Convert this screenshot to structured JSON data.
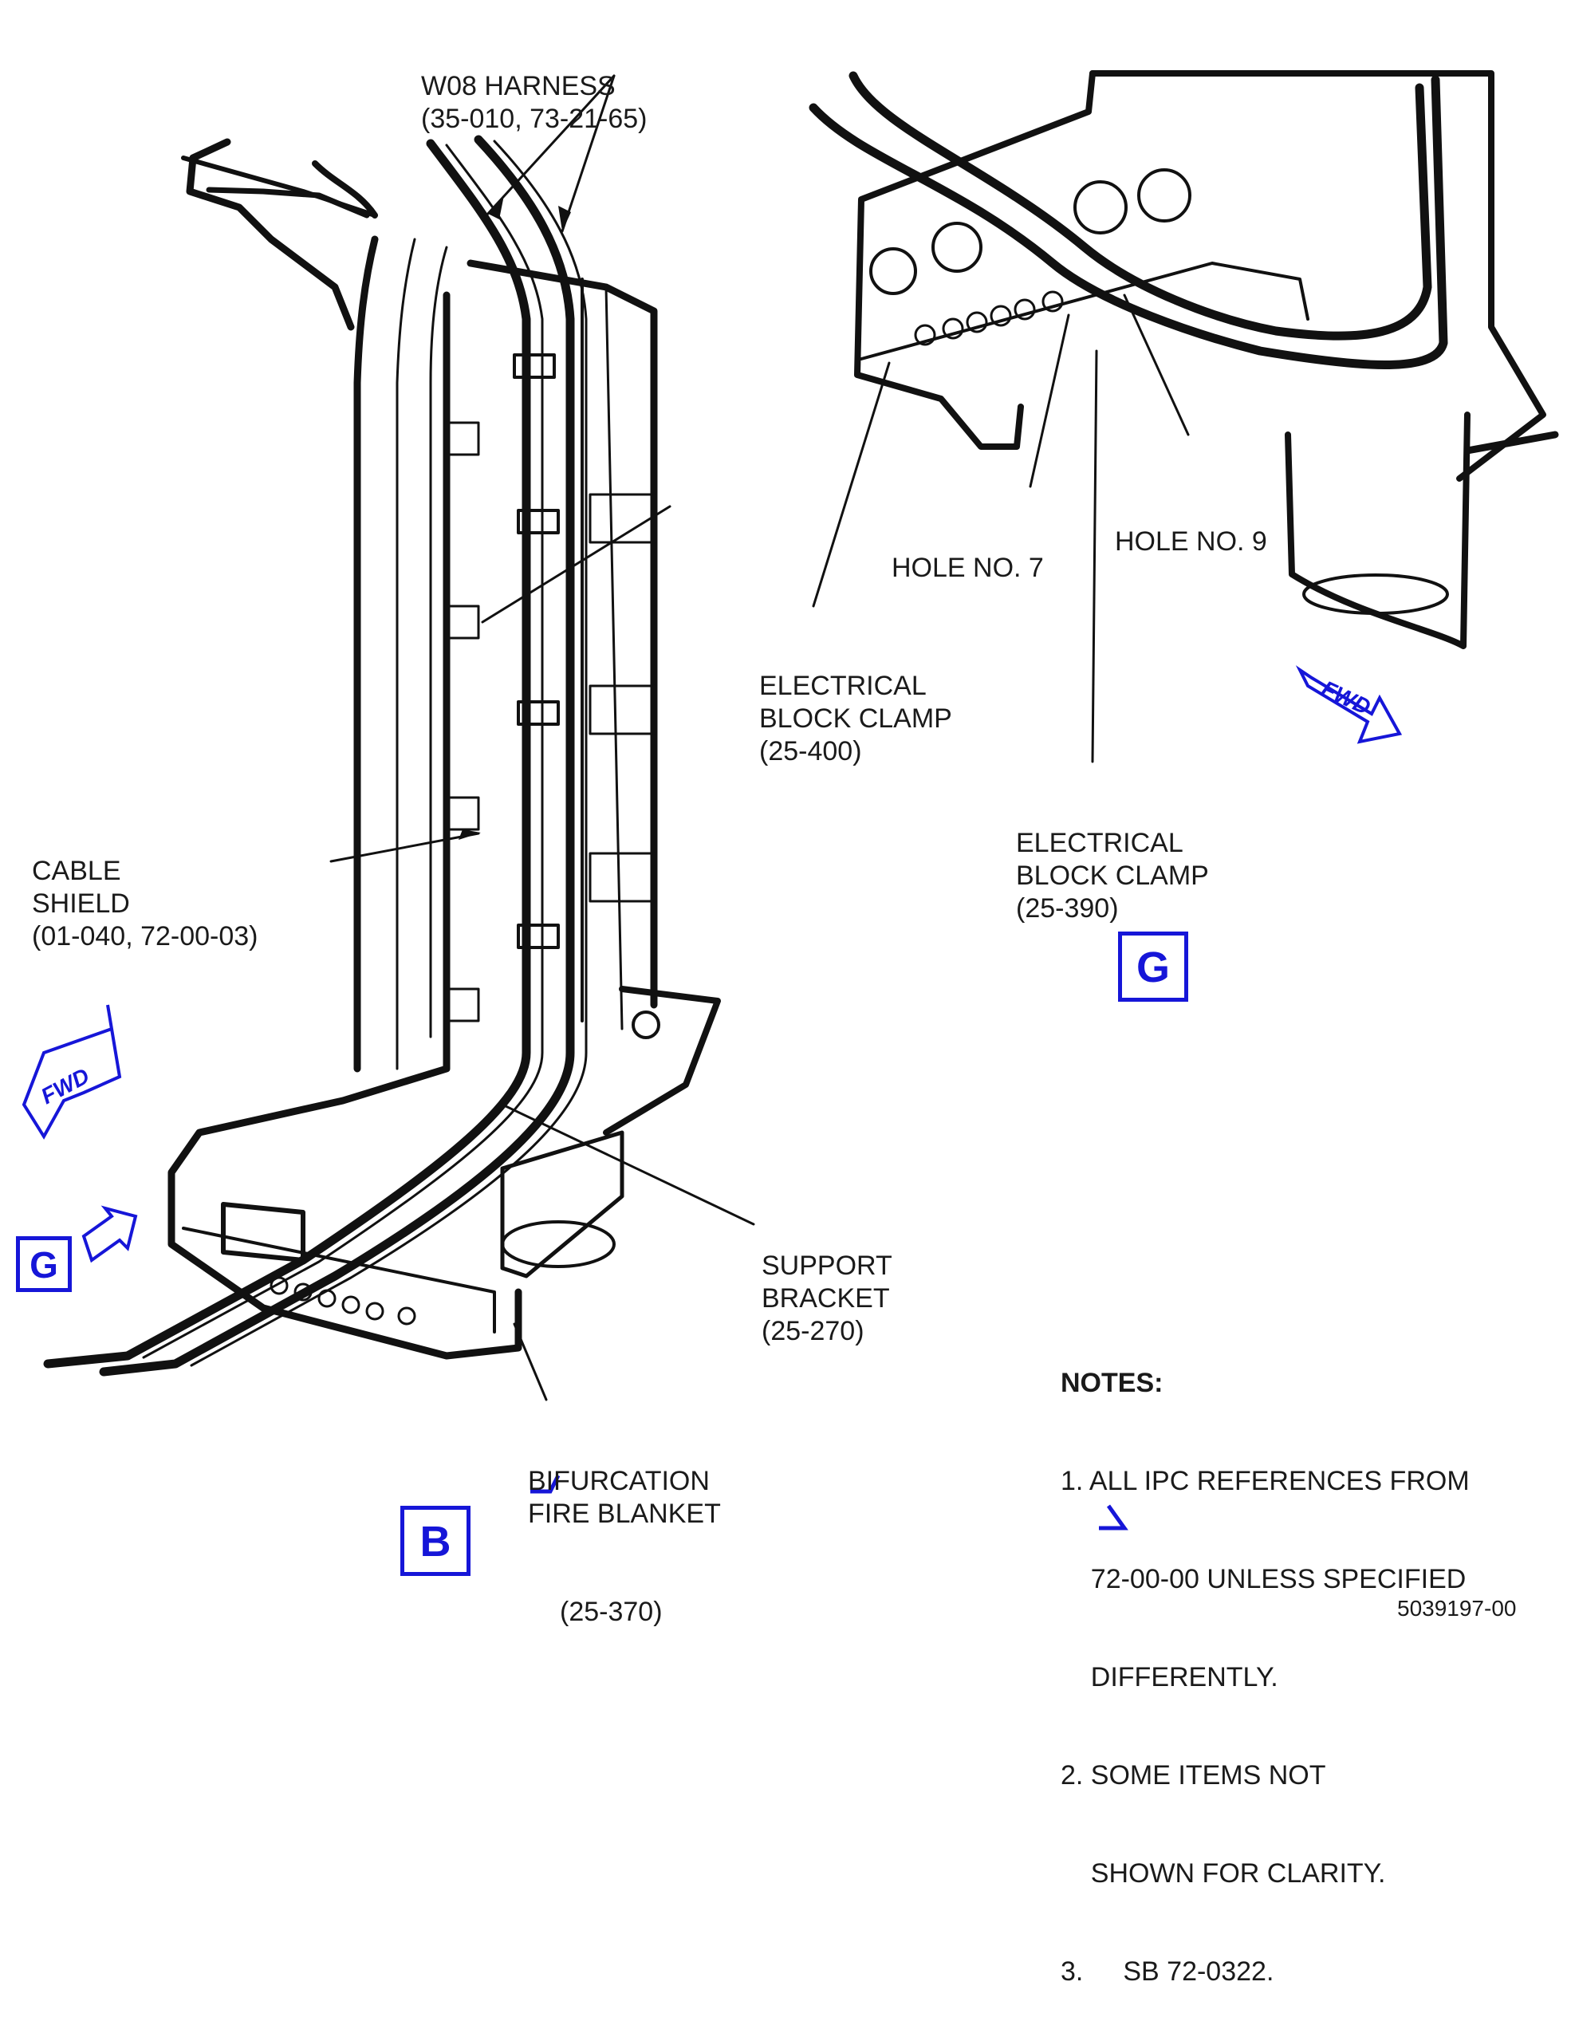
{
  "labels": {
    "w08_harness": [
      "W08 HARNESS",
      "(35-010, 73-21-65)"
    ],
    "cable_shield": [
      "CABLE",
      "SHIELD",
      "(01-040, 72-00-03)"
    ],
    "support_bracket": [
      "SUPPORT",
      "BRACKET",
      "(25-270)"
    ],
    "bifurcation": [
      "BIFURCATION",
      "FIRE BLANKET",
      "(25-370)"
    ],
    "hole7": "HOLE NO. 7",
    "hole9": "HOLE NO. 9",
    "clamp_400": [
      "ELECTRICAL",
      "BLOCK CLAMP",
      "(25-400)"
    ],
    "clamp_390": [
      "ELECTRICAL",
      "BLOCK CLAMP",
      "(25-390)"
    ]
  },
  "views": {
    "b": "B",
    "g_detail": "G",
    "g_callout": "G"
  },
  "fwd": "FWD",
  "notes": {
    "title": "NOTES:",
    "items": [
      [
        "1. ALL IPC REFERENCES FROM",
        "    72-00-00 UNLESS SPECIFIED",
        "    DIFFERENTLY."
      ],
      [
        "2. SOME ITEMS NOT",
        "    SHOWN FOR CLARITY."
      ],
      [
        "3.",
        "SB 72-0322."
      ]
    ]
  },
  "figure_number": "5039197-00",
  "colors": {
    "ink": "#111111",
    "accent": "#1616d8"
  }
}
